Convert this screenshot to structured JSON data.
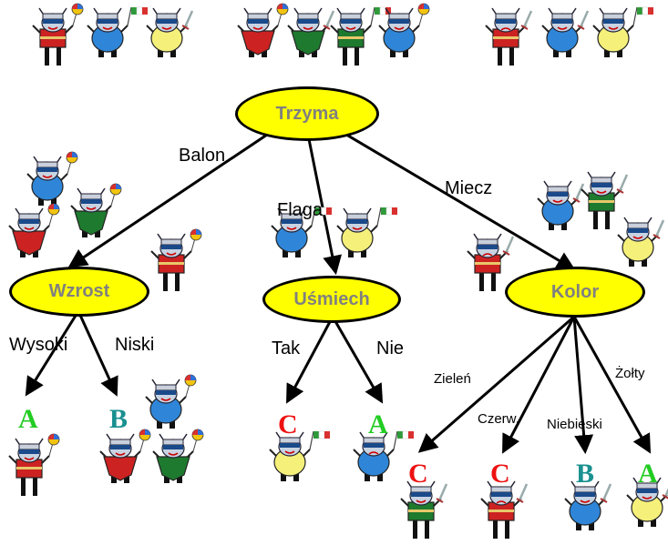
{
  "nodes": {
    "root": "Trzyma",
    "height": "Wzrost",
    "smile": "Uśmiech",
    "color": "Kolor"
  },
  "edges": {
    "balloon": "Balon",
    "flag": "Flaga",
    "sword": "Miecz",
    "tall": "Wysoki",
    "short": "Niski",
    "yes": "Tak",
    "no": "Nie",
    "green": "Zieleń",
    "red": "Czerw.",
    "blue": "Niebieski",
    "yellow": "Żołty"
  },
  "leaves": {
    "tall": "A",
    "short": "B",
    "smile_yes": "C",
    "smile_no": "A",
    "green": "C",
    "red": "C",
    "blue": "B",
    "yellow": "A"
  },
  "colors": {
    "node_fill": "#ffff00",
    "node_text": "#808080",
    "leaf_A": "#22cc22",
    "leaf_B": "#1a9090",
    "leaf_C": "#ee1111",
    "robe_red": "#cc2222",
    "robe_green": "#1e7a2e",
    "robe_blue": "#2f86d8",
    "robe_yellow": "#f5f07a",
    "helmet": "#c9d0dc",
    "visor": "#1a4a8a"
  },
  "figures": [
    {
      "group": "top-all-1",
      "robe": "red",
      "holds": "balloon",
      "kind": "tall",
      "smile": true
    },
    {
      "group": "top-all-1",
      "robe": "blue",
      "holds": "flag",
      "kind": "round",
      "smile": true
    },
    {
      "group": "top-all-1",
      "robe": "yellow",
      "holds": "sword",
      "kind": "round",
      "smile": true
    },
    {
      "group": "top-all-2",
      "robe": "red",
      "holds": "balloon",
      "kind": "cape",
      "smile": true
    },
    {
      "group": "top-all-2",
      "robe": "green",
      "holds": "sword",
      "kind": "cape",
      "smile": true
    },
    {
      "group": "top-all-2",
      "robe": "green",
      "holds": "flag",
      "kind": "tall",
      "smile": true
    },
    {
      "group": "top-all-2",
      "robe": "blue",
      "holds": "balloon",
      "kind": "round",
      "smile": true
    },
    {
      "group": "top-all-3",
      "robe": "red",
      "holds": "sword",
      "kind": "tall",
      "smile": false
    },
    {
      "group": "top-all-3",
      "robe": "blue",
      "holds": "sword",
      "kind": "round",
      "smile": true
    },
    {
      "group": "top-all-3",
      "robe": "yellow",
      "holds": "flag",
      "kind": "round",
      "smile": true
    },
    {
      "group": "balon-set",
      "robe": "blue",
      "holds": "balloon",
      "kind": "round",
      "smile": true
    },
    {
      "group": "balon-set",
      "robe": "green",
      "holds": "balloon",
      "kind": "cape",
      "smile": true
    },
    {
      "group": "balon-set",
      "robe": "red",
      "holds": "balloon",
      "kind": "cape",
      "smile": true
    },
    {
      "group": "balon-set",
      "robe": "red",
      "holds": "balloon",
      "kind": "tall",
      "smile": true
    },
    {
      "group": "flaga-set",
      "robe": "blue",
      "holds": "flag",
      "kind": "round",
      "smile": true
    },
    {
      "group": "flaga-set",
      "robe": "yellow",
      "holds": "flag",
      "kind": "round",
      "smile": true
    },
    {
      "group": "miecz-set",
      "robe": "blue",
      "holds": "sword",
      "kind": "round",
      "smile": true
    },
    {
      "group": "miecz-set",
      "robe": "green",
      "holds": "sword",
      "kind": "tall",
      "smile": true
    },
    {
      "group": "miecz-set",
      "robe": "red",
      "holds": "sword",
      "kind": "tall",
      "smile": false
    },
    {
      "group": "miecz-set",
      "robe": "yellow",
      "holds": "sword",
      "kind": "round",
      "smile": true
    },
    {
      "group": "leaf-tall",
      "robe": "red",
      "holds": "balloon",
      "kind": "tall",
      "smile": true
    },
    {
      "group": "leaf-short",
      "robe": "blue",
      "holds": "balloon",
      "kind": "round",
      "smile": true
    },
    {
      "group": "leaf-short",
      "robe": "red",
      "holds": "balloon",
      "kind": "cape",
      "smile": true
    },
    {
      "group": "leaf-short",
      "robe": "green",
      "holds": "balloon",
      "kind": "cape",
      "smile": true
    },
    {
      "group": "leaf-smile-yes",
      "robe": "yellow",
      "holds": "flag",
      "kind": "round",
      "smile": true
    },
    {
      "group": "leaf-smile-no",
      "robe": "blue",
      "holds": "flag",
      "kind": "round",
      "smile": false
    },
    {
      "group": "leaf-green",
      "robe": "green",
      "holds": "sword",
      "kind": "tall",
      "smile": true
    },
    {
      "group": "leaf-red",
      "robe": "red",
      "holds": "sword",
      "kind": "tall",
      "smile": false
    },
    {
      "group": "leaf-blue",
      "robe": "blue",
      "holds": "sword",
      "kind": "round",
      "smile": true
    },
    {
      "group": "leaf-yellow",
      "robe": "yellow",
      "holds": "sword",
      "kind": "round",
      "smile": true
    }
  ]
}
